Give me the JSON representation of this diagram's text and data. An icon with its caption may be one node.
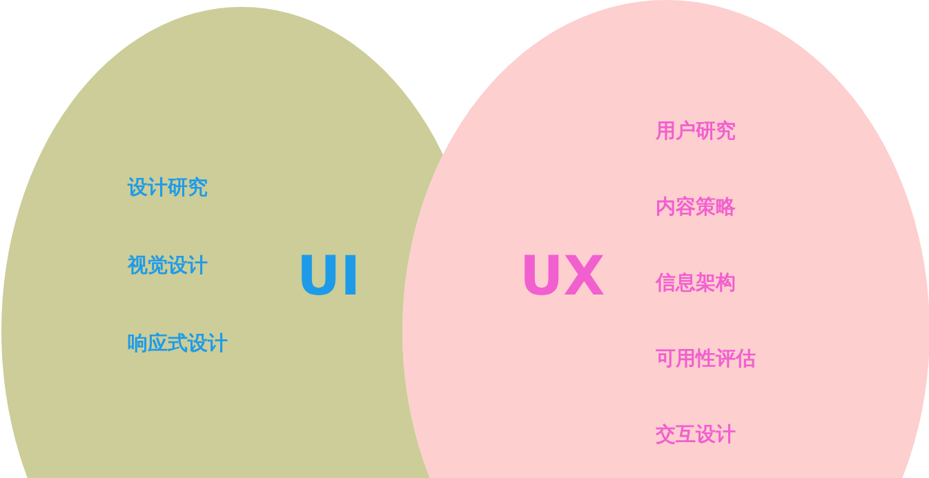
{
  "diagram": {
    "nodes": [
      {
        "text": [
          "UI",
          "设计研究",
          "视觉设计",
          "响应式设计"
        ]
      },
      {
        "text": [
          "UX",
          "用户研究",
          "内容策略",
          "信息架构",
          "可用性评估",
          "交互设计"
        ]
      }
    ]
  }
}
